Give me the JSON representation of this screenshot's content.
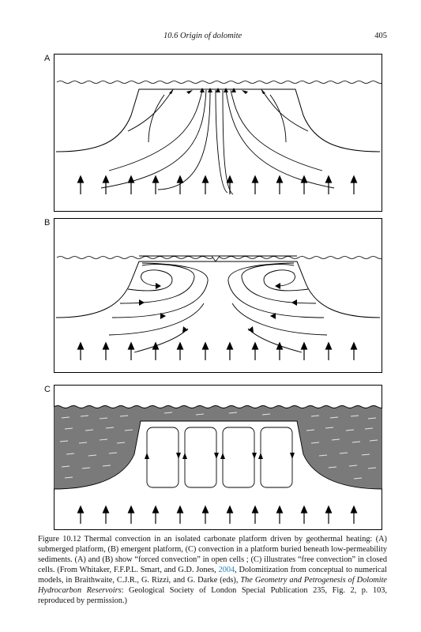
{
  "header": {
    "running_title": "10.6  Origin of dolomite",
    "page_number": "405"
  },
  "panels": [
    {
      "label": "A"
    },
    {
      "label": "B"
    },
    {
      "label": "C"
    }
  ],
  "caption": {
    "part1": "Figure 10.12  Thermal convection in an isolated carbonate platform driven by geothermal heating: (A) submerged platform, (B) emergent platform, (C) convection in a platform buried beneath low-permeability sediments. (A) and (B) show “forced convection” in open cells ; (C) illustrates “free convection” in closed cells. (From Whitaker, F.F.P.L. Smart, and G.D. Jones, ",
    "year": "2004",
    "part2": ", Dolomitization from conceptual to numerical models, in Braithwaite, C.J.R., G. Rizzi, and G. Darke (eds), ",
    "book_title": "The Geometry and Petrogenesis of Dolomite Hydrocarbon Reservoirs",
    "part3": ": Geological Society of London Special Publication 235, Fig. 2, p. 103, reproduced by permission.)"
  }
}
